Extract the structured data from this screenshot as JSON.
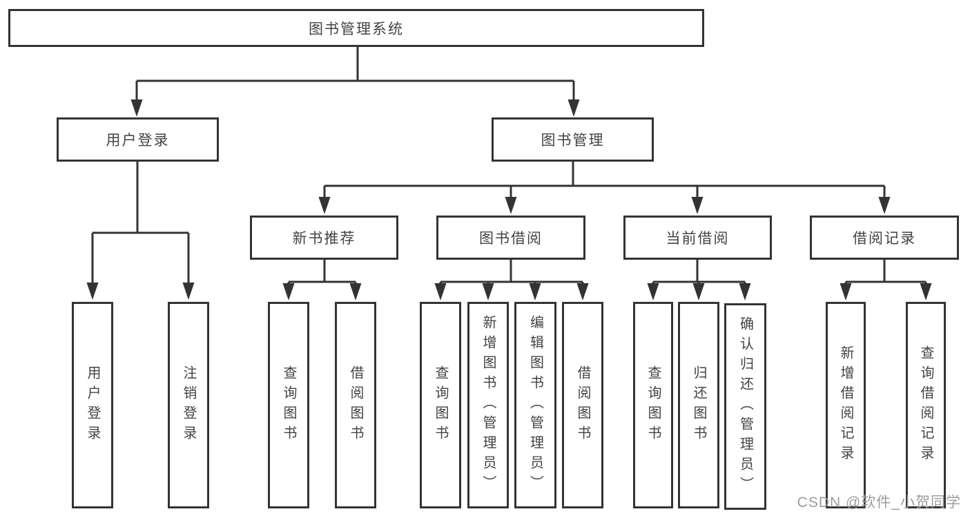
{
  "tree": {
    "label": "图书管理系统",
    "children": [
      {
        "label": "用户登录",
        "children": [
          {
            "label": "用户登录"
          },
          {
            "label": "注销登录"
          }
        ]
      },
      {
        "label": "图书管理",
        "children": [
          {
            "label": "新书推荐",
            "children": [
              {
                "label": "查询图书"
              },
              {
                "label": "借阅图书"
              }
            ]
          },
          {
            "label": "图书借阅",
            "children": [
              {
                "label": "查询图书"
              },
              {
                "label": "新增图书（管理员）"
              },
              {
                "label": "编辑图书（管理员）"
              },
              {
                "label": "借阅图书"
              }
            ]
          },
          {
            "label": "当前借阅",
            "children": [
              {
                "label": "查询图书"
              },
              {
                "label": "归还图书"
              },
              {
                "label": "确认归还（管理员）"
              }
            ]
          },
          {
            "label": "借阅记录",
            "children": [
              {
                "label": "新增借阅记录"
              },
              {
                "label": "查询借阅记录"
              }
            ]
          }
        ]
      }
    ]
  },
  "watermark": {
    "text": "CSDN @软件_小贺同学"
  },
  "colors": {
    "line": "#333333",
    "text": "#434343",
    "watermark": "#9c9c9c",
    "background": "#ffffff"
  }
}
